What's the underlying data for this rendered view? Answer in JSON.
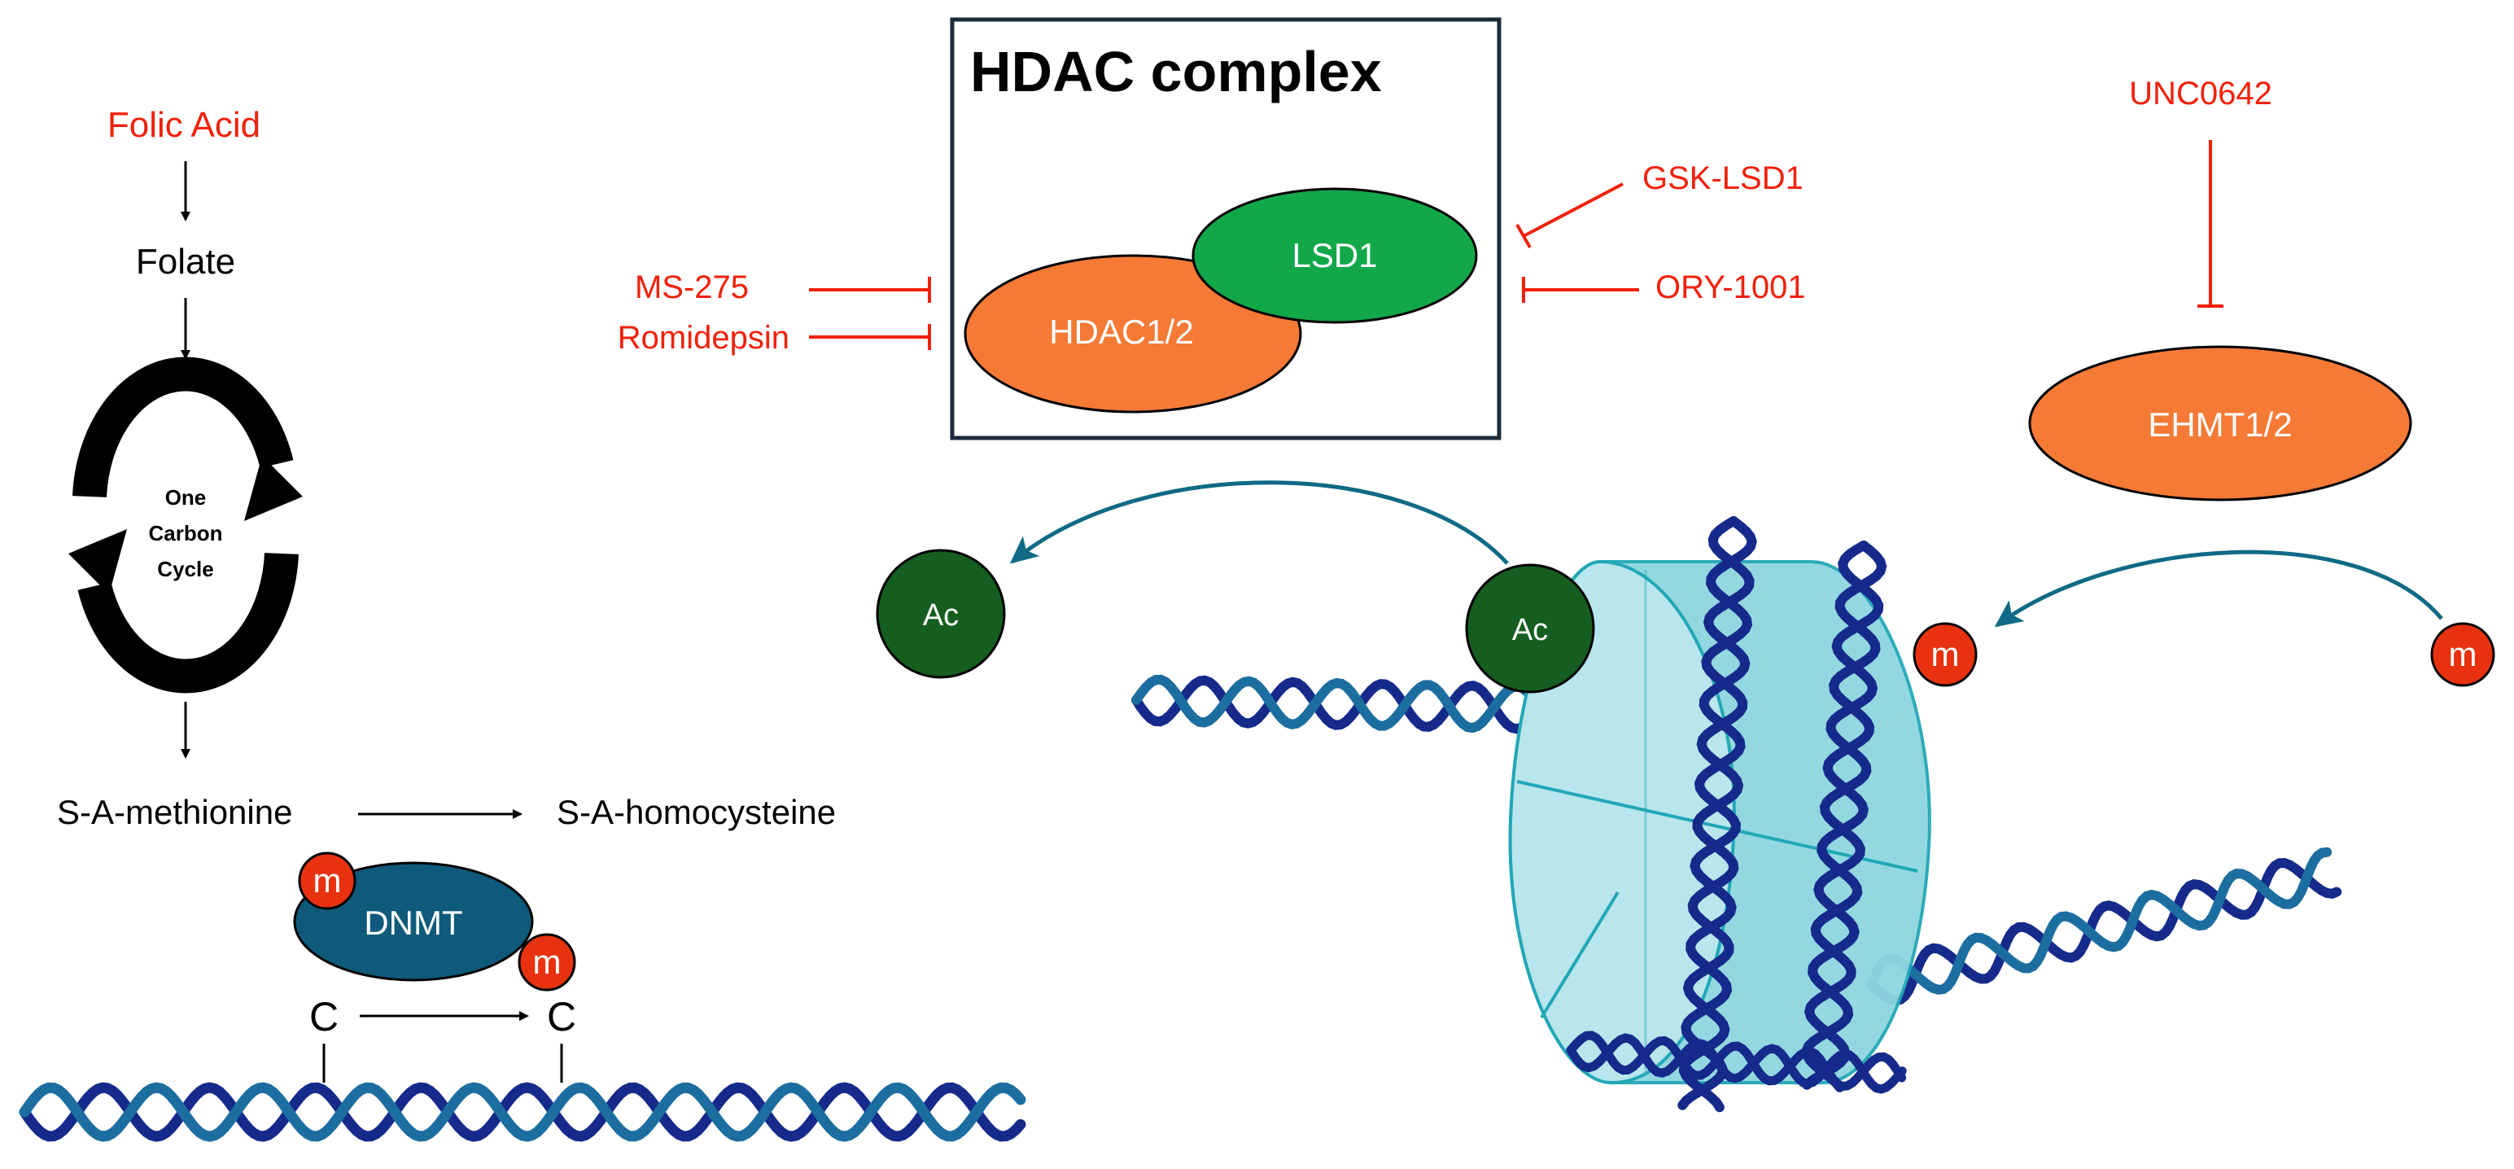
{
  "colors": {
    "inhibitor": "#f0210b",
    "hdac": "#f47a36",
    "lsd1": "#12a84a",
    "acetyl": "#155e1f",
    "methyl": "#e8320f",
    "dnmt": "#0f5a7a",
    "curve_arrow": "#0f6a85",
    "nucleosome": "#8ed6e0",
    "dna_dark": "#152a8a",
    "dna_light": "#1d6ea0"
  },
  "left_pathway": {
    "folic_acid": "Folic Acid",
    "folate": "Folate",
    "cycle_line1": "One",
    "cycle_line2": "Carbon",
    "cycle_line3": "Cycle",
    "sam": "S-A-methionine",
    "sah": "S-A-homocysteine",
    "dnmt": "DNMT",
    "methyl": "m",
    "cytosine": "C"
  },
  "hdac_complex": {
    "title": "HDAC complex",
    "hdac": "HDAC1/2",
    "lsd1": "LSD1",
    "inhibitors_left": [
      "MS-275",
      "Romidepsin"
    ],
    "inhibitors_right": [
      "GSK-LSD1",
      "ORY-1001"
    ]
  },
  "ehmt": {
    "inhibitor": "UNC0642",
    "enzyme": "EHMT1/2"
  },
  "marks": {
    "acetyl": "Ac",
    "methyl": "m"
  }
}
